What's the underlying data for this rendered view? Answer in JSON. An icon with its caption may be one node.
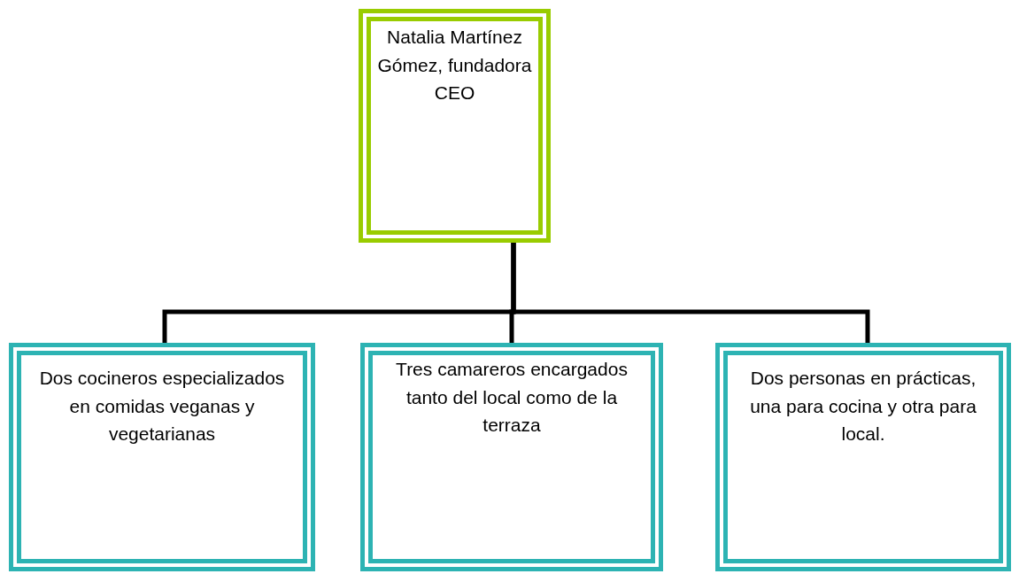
{
  "diagram": {
    "nodes": [
      {
        "text": [
          "Natalia Martínez Gómez, fundadora",
          "CEO"
        ]
      },
      {
        "text": [
          "Dos cocineros especializados en comidas veganas y vegetarianas"
        ]
      },
      {
        "text": [
          "Tres camareros encargados tanto del local como de la terraza"
        ]
      },
      {
        "text": [
          "Dos personas en prácticas, una para cocina y otra para local."
        ]
      }
    ],
    "edges": [
      {
        "from": 0,
        "to": 1,
        "arrow": "none"
      },
      {
        "from": 0,
        "to": 2,
        "arrow": "none"
      },
      {
        "from": 0,
        "to": 3,
        "arrow": "none"
      }
    ]
  }
}
